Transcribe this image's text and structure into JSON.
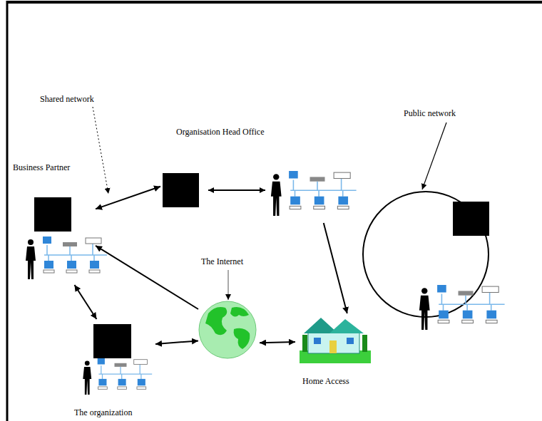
{
  "diagram": {
    "nodes": [
      {
        "text": [
          "Business Partner"
        ]
      },
      {
        "text": [
          "Organisation Head Office"
        ]
      },
      {
        "text": [
          "The Internet"
        ]
      },
      {
        "text": [
          "Home Access"
        ]
      },
      {
        "text": [
          "The organization"
        ]
      },
      {
        "text": [
          "Public network"
        ]
      }
    ],
    "edges": [
      {
        "from": 0,
        "to": 1,
        "arrow": "both"
      },
      {
        "from": 1,
        "to": 3,
        "arrow": "to"
      },
      {
        "from": 2,
        "to": 0,
        "arrow": "to"
      },
      {
        "from": 2,
        "to": 4,
        "arrow": "both"
      },
      {
        "from": 2,
        "to": 3,
        "arrow": "both"
      },
      {
        "from": 0,
        "to": 4,
        "arrow": "both"
      }
    ],
    "labels": [
      "Shared network"
    ]
  }
}
